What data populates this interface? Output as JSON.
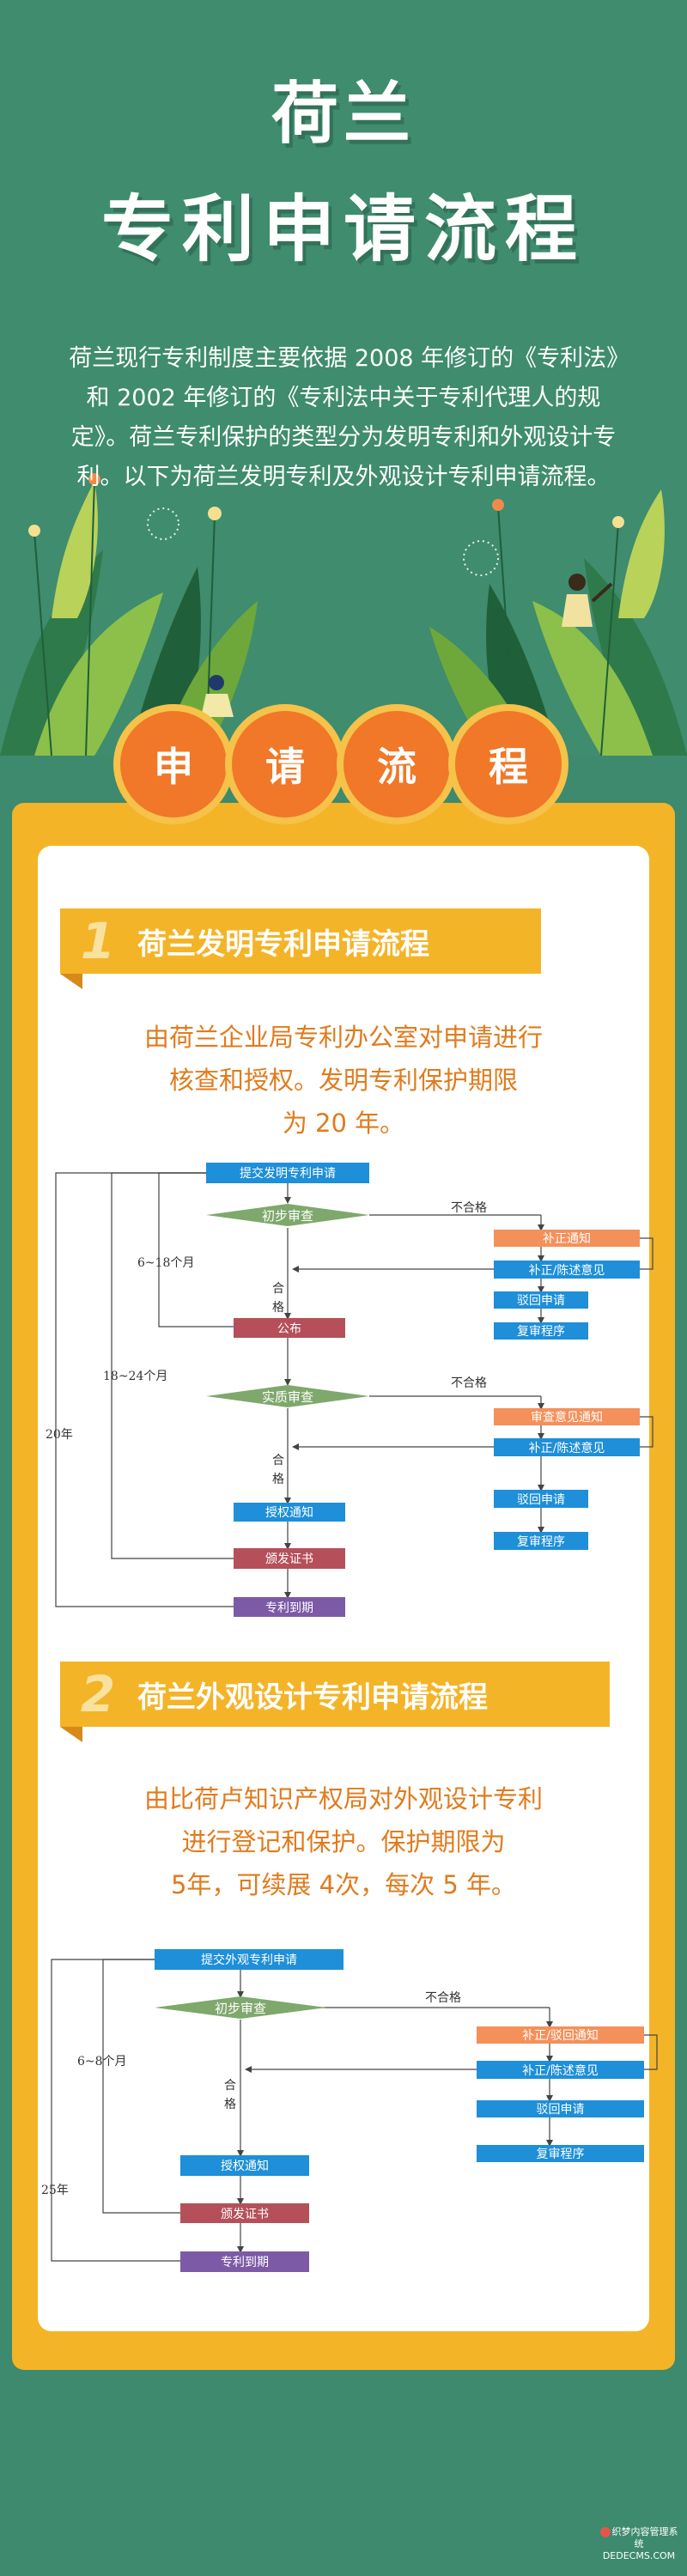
{
  "hero": {
    "title_line1": "荷兰",
    "title_line2": "专利申请流程",
    "intro": "荷兰现行专利制度主要依据 2008 年修订的《专利法》和 2002 年修订的《专利法中关于专利代理人的规定》。荷兰专利保护的类型分为发明专利和外观设计专利。以下为荷兰发明专利及外观设计专利申请流程。"
  },
  "tabs": [
    "申",
    "请",
    "流",
    "程"
  ],
  "section1": {
    "num": "1",
    "title": "荷兰发明专利申请流程",
    "desc_line1": "由荷兰企业局专利办公室对申请进行",
    "desc_line2": "核查和授权。发明专利保护期限",
    "desc_line3": "为 20 年。",
    "flow": {
      "submit": "提交发明专利申请",
      "prelim": "初步审查",
      "fail1": "不合格",
      "notice1": "补正通知",
      "amend1": "补正/陈述意见",
      "reject1": "驳回申请",
      "review1": "复审程序",
      "pass1": "合格",
      "months1": "6~18个月",
      "publish": "公布",
      "substantive": "实质审查",
      "fail2": "不合格",
      "notice2": "审查意见通知",
      "amend2": "补正/陈述意见",
      "reject2": "驳回申请",
      "review2": "复审程序",
      "pass2": "合格",
      "months2": "18~24个月",
      "grant_notice": "授权通知",
      "certificate": "颁发证书",
      "years": "20年",
      "expire": "专利到期"
    }
  },
  "section2": {
    "num": "2",
    "title": "荷兰外观设计专利申请流程",
    "desc_line1": "由比荷卢知识产权局对外观设计专利",
    "desc_line2": "进行登记和保护。保护期限为",
    "desc_line3": "5年，可续展 4次，每次 5 年。",
    "flow": {
      "submit": "提交外观专利申请",
      "prelim": "初步审查",
      "fail": "不合格",
      "notice": "补正/驳回通知",
      "amend": "补正/陈述意见",
      "reject": "驳回申请",
      "review": "复审程序",
      "pass": "合格",
      "months": "6~8个月",
      "grant_notice": "授权通知",
      "certificate": "颁发证书",
      "years": "25年",
      "expire": "专利到期"
    }
  },
  "watermark": {
    "line1": "织梦内容管理系统",
    "line2": "DEDECMS.COM"
  },
  "colors": {
    "background": "#3d8a6e",
    "accent": "#f4b428",
    "tab": "#f07828",
    "text_orange": "#e07b1d",
    "box_blue": "#1e8fd8",
    "box_orange": "#f4905a",
    "box_red": "#b5505a",
    "box_purple": "#7d5aa6",
    "diamond_green": "#7fa86c"
  }
}
